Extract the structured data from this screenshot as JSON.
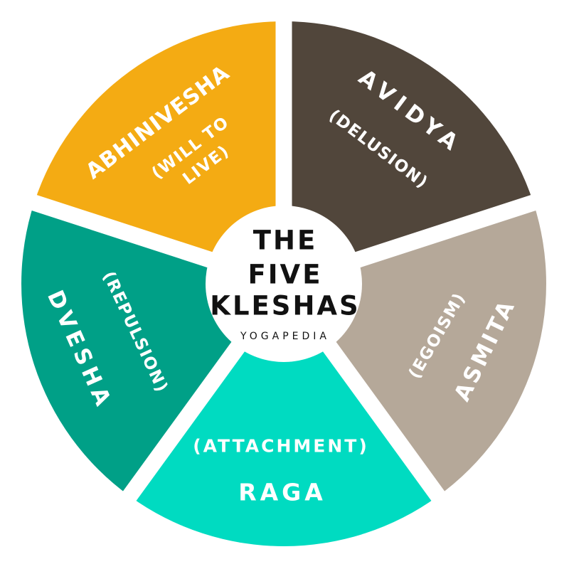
{
  "title": {
    "lines": [
      "THE",
      "FIVE",
      "KLESHAS"
    ],
    "brand": "YOGAPEDIA"
  },
  "colors": {
    "background": "#FFFFFF",
    "abhinivesha": "#F4AB13",
    "avidya": "#51463B",
    "asmita": "#B5A899",
    "raga": "#00DBC1",
    "dvesha": "#00A087",
    "label_text": "#FFFFFF",
    "center_text": "#111111"
  },
  "segments": [
    {
      "id": "avidya",
      "name": "AVIDYA",
      "meaning": "(DELUSION)",
      "color": "#51463B"
    },
    {
      "id": "asmita",
      "name": "ASMITA",
      "meaning": "(EGOISM)",
      "color": "#B5A899"
    },
    {
      "id": "raga",
      "name": "RAGA",
      "meaning": "(ATTACHMENT)",
      "color": "#00DBC1"
    },
    {
      "id": "dvesha",
      "name": "DVESHA",
      "meaning": "(REPULSION)",
      "color": "#00A087"
    },
    {
      "id": "abhinivesha",
      "name": "ABHINIVESHA",
      "meaning_lines": [
        "(WILL TO",
        "LIVE)"
      ],
      "color": "#F4AB13"
    }
  ]
}
